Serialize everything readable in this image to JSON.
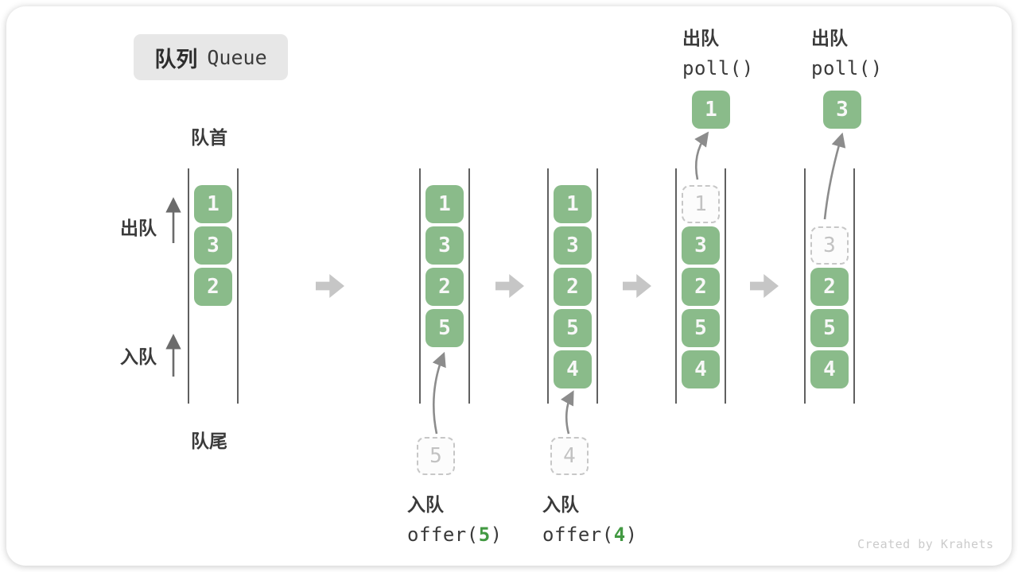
{
  "title": {
    "zh": "队列",
    "en": "Queue"
  },
  "side_labels": {
    "front": "队首",
    "rear": "队尾",
    "dequeue": "出队",
    "enqueue": "入队"
  },
  "operations": {
    "enqueue_5": {
      "label": "入队",
      "code_fn": "offer(",
      "code_arg": "5",
      "code_close": ")"
    },
    "enqueue_4": {
      "label": "入队",
      "code_fn": "offer(",
      "code_arg": "4",
      "code_close": ")"
    },
    "poll_1": {
      "label": "出队",
      "code": "poll()"
    },
    "poll_3": {
      "label": "出队",
      "code": "poll()"
    }
  },
  "queues": [
    {
      "cells": [
        {
          "v": "1"
        },
        {
          "v": "3"
        },
        {
          "v": "2"
        }
      ]
    },
    {
      "cells": [
        {
          "v": "1"
        },
        {
          "v": "3"
        },
        {
          "v": "2"
        },
        {
          "v": "5"
        }
      ],
      "incoming": "5"
    },
    {
      "cells": [
        {
          "v": "1"
        },
        {
          "v": "3"
        },
        {
          "v": "2"
        },
        {
          "v": "5"
        },
        {
          "v": "4"
        }
      ],
      "incoming": "4"
    },
    {
      "ghost": "1",
      "cells": [
        {
          "v": "3"
        },
        {
          "v": "2"
        },
        {
          "v": "5"
        },
        {
          "v": "4"
        }
      ],
      "out": "1"
    },
    {
      "ghost": "3",
      "cells": [
        {
          "v": "2"
        },
        {
          "v": "5"
        },
        {
          "v": "4"
        }
      ],
      "out": "3"
    }
  ],
  "watermark": "Created by Krahets",
  "colors": {
    "cell_green": "#8abb8a",
    "code_arg_green": "#429942",
    "block_arrow_gray": "#c6c6c6",
    "channel_line_gray": "#606060",
    "ghost_border_gray": "#c7c7c7",
    "ghost_text_gray": "#c2c2c2",
    "text_dark": "#3a3a3a",
    "badge_bg": "#e7e7e7",
    "watermark_gray": "#cbcbcb"
  }
}
